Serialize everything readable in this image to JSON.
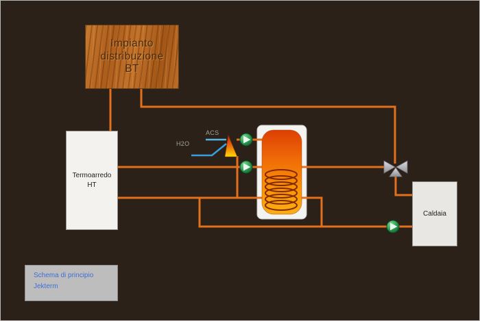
{
  "diagram": {
    "impianto_box": {
      "line1": "Impianto",
      "line2": "distribuzione",
      "line3": "BT"
    },
    "termoarredo_box": {
      "line1": "Termoarredo",
      "line2": "HT"
    },
    "caldaia_box": {
      "label": "Caldaia"
    },
    "caption_box": {
      "line1": "Schema di principio",
      "line2": "Jekterm"
    },
    "labels": {
      "acs": "ACS",
      "h2o": "H2O"
    },
    "icons": {
      "pump": "green-circulator-pump-icon",
      "three_way_valve": "gray-three-way-mixing-valve-icon",
      "mixing_group": "red-yellow-triangle-icon",
      "tank": "orange-storage-tank-with-coil-icon",
      "wood_panel": "wood-grain-panel"
    },
    "colors": {
      "background": "#2b2119",
      "pipe_orange": "#e2701c",
      "pipe_blue": "#38a1dc",
      "pump_green": "#2f9e4f",
      "valve_gray": "#b5b5bd",
      "tank_top": "#dd3f04",
      "tank_bottom": "#fcae13",
      "caption_text": "#3f6fd6"
    }
  }
}
